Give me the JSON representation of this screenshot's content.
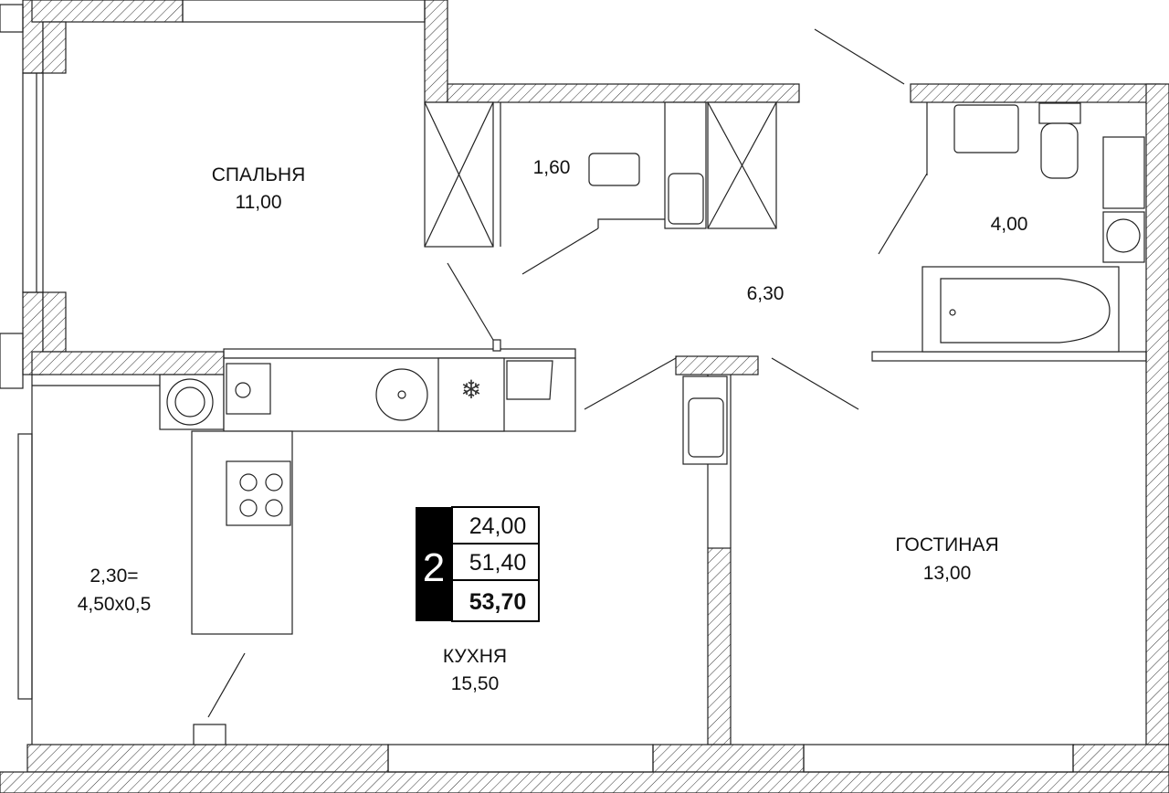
{
  "rooms": {
    "bedroom": {
      "name": "СПАЛЬНЯ",
      "area": "11,00"
    },
    "wardrobe": {
      "area": "1,60"
    },
    "hall": {
      "area": "6,30"
    },
    "bathroom": {
      "area": "4,00"
    },
    "living": {
      "name": "ГОСТИНАЯ",
      "area": "13,00"
    },
    "kitchen": {
      "name": "КУХНЯ",
      "area": "15,50"
    },
    "balcony": {
      "formula": "2,30=",
      "dims": "4,50x0,5"
    }
  },
  "summary": {
    "rooms_count": "2",
    "living_area": "24,00",
    "area_without_balcony": "51,40",
    "total_area": "53,70"
  },
  "colors": {
    "line": "#222222",
    "badge": "#000000"
  }
}
